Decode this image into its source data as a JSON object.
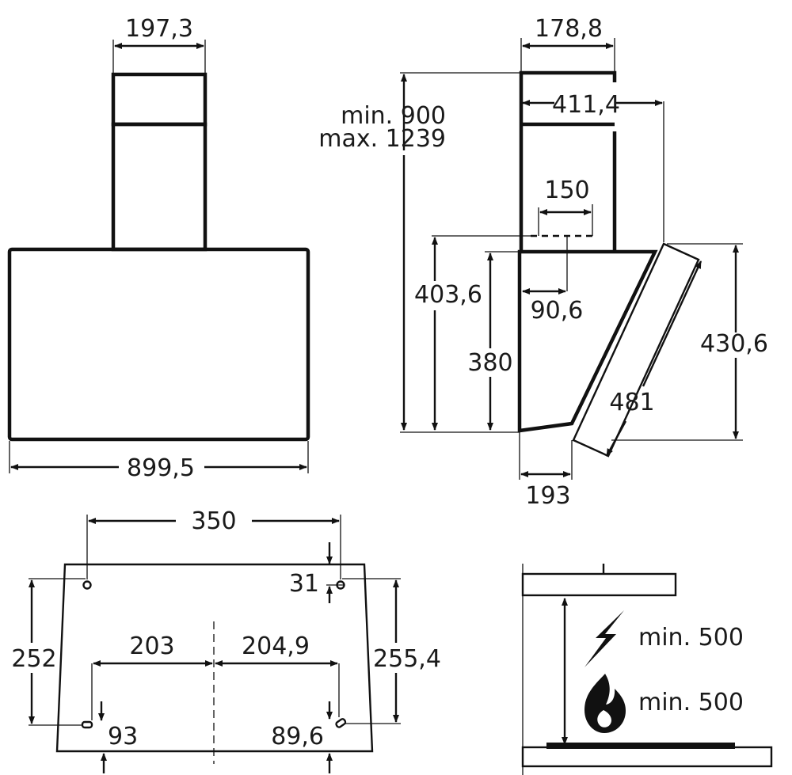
{
  "front_view": {
    "chimney_width": "197,3",
    "hood_width": "899,5"
  },
  "side_view": {
    "chimney_depth": "178,8",
    "height_min": "min. 900",
    "height_max": "max. 1239",
    "overall_depth": "411,4",
    "outlet_diameter": "150",
    "body_height": "403,6",
    "outlet_offset": "90,6",
    "back_height": "380",
    "panel_height": "430,6",
    "panel_length": "481",
    "bottom_depth": "193"
  },
  "mounting_view": {
    "bracket_spacing": "350",
    "top_offset": "31",
    "left_height": "252",
    "right_height": "255,4",
    "left_half": "203",
    "right_half": "204,9",
    "left_bottom": "93",
    "right_bottom": "89,6"
  },
  "clearance_view": {
    "electric_clearance": "min. 500",
    "gas_clearance": "min. 500",
    "electric_icon": "lightning-bolt-icon",
    "gas_icon": "flame-icon"
  },
  "colors": {
    "line": "#111111",
    "background": "#ffffff"
  }
}
